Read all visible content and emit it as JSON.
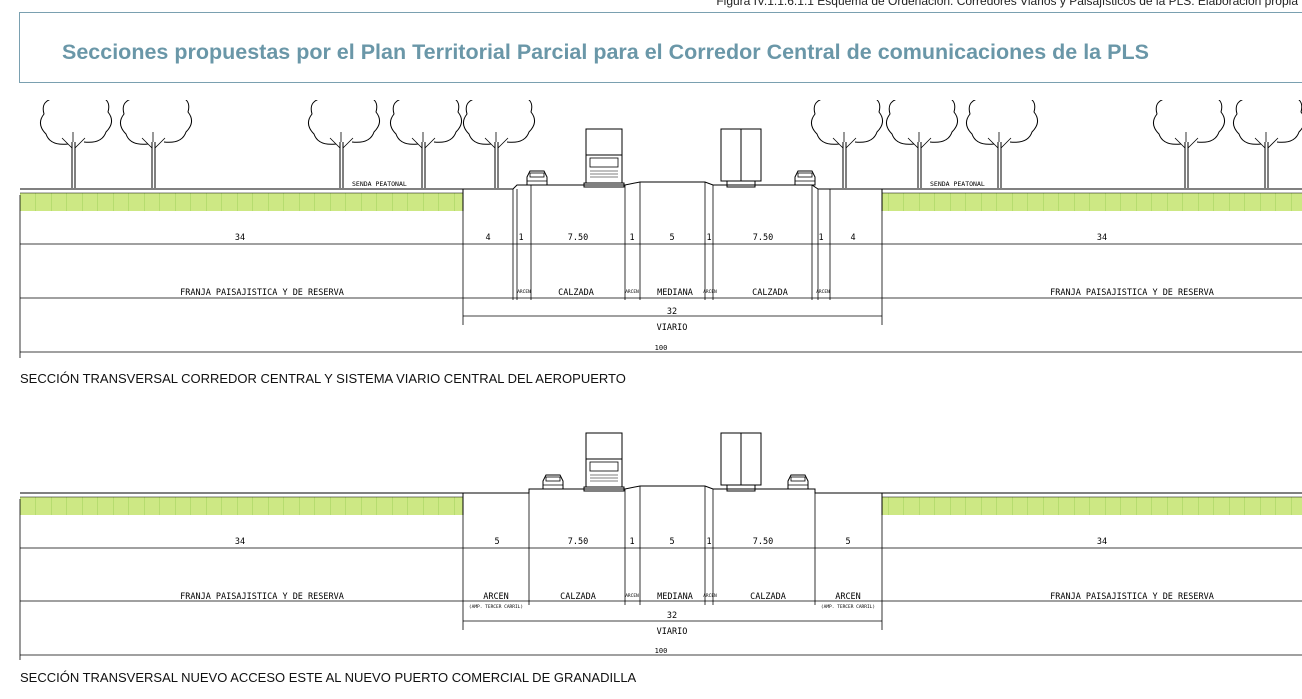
{
  "figure_caption": "Figura IV.1.1.6.1.1 Esquema de Ordenación. Corredores Viarios y Paisajísticos de la PLS. Elaboración propia",
  "title": "Secciones propuestas por el Plan Territorial Parcial para el Corredor Central de comunicaciones de la PLS",
  "colors": {
    "title": "#6a97a8",
    "green_band": "#cde884",
    "grid_line": "#9fcf5a",
    "line": "#000000"
  },
  "section1": {
    "label": "SECCIÓN TRANSVERSAL CORREDOR CENTRAL Y SISTEMA VIARIO CENTRAL DEL AEROPUERTO",
    "path_label_left": "SENDA PEATONAL",
    "path_label_right": "SENDA PEATONAL",
    "dims": [
      "34",
      "4",
      "1",
      "7.50",
      "1",
      "5",
      "1",
      "7.50",
      "1",
      "4",
      "34"
    ],
    "zones": {
      "franja_left": "FRANJA PAISAJISTICA Y DE RESERVA",
      "arcen_1": "ARCEN",
      "calzada_1": "CALZADA",
      "arcen_2": "ARCEN",
      "mediana": "MEDIANA",
      "arcen_3": "ARCEN",
      "calzada_2": "CALZADA",
      "arcen_4": "ARCEN",
      "franja_right": "FRANJA PAISAJISTICA Y DE RESERVA"
    },
    "viario_width": "32",
    "viario_label": "VIARIO",
    "total_width": "100"
  },
  "section2": {
    "label": "SECCIÓN TRANSVERSAL NUEVO ACCESO ESTE AL NUEVO PUERTO COMERCIAL DE GRANADILLA",
    "dims": [
      "34",
      "5",
      "7.50",
      "1",
      "5",
      "1",
      "7.50",
      "5",
      "34"
    ],
    "zones": {
      "franja_left": "FRANJA PAISAJISTICA Y DE RESERVA",
      "arcen_left": "ARCEN",
      "arcen_left_note": "(AMP. TERCER CARRIL)",
      "calzada_1": "CALZADA",
      "arcen_2": "ARCEN",
      "mediana": "MEDIANA",
      "arcen_3": "ARCEN",
      "calzada_2": "CALZADA",
      "arcen_right": "ARCEN",
      "arcen_right_note": "(AMP. TERCER CARRIL)",
      "franja_right": "FRANJA PAISAJISTICA Y DE RESERVA"
    },
    "viario_width": "32",
    "viario_label": "VIARIO",
    "total_width": "100"
  }
}
